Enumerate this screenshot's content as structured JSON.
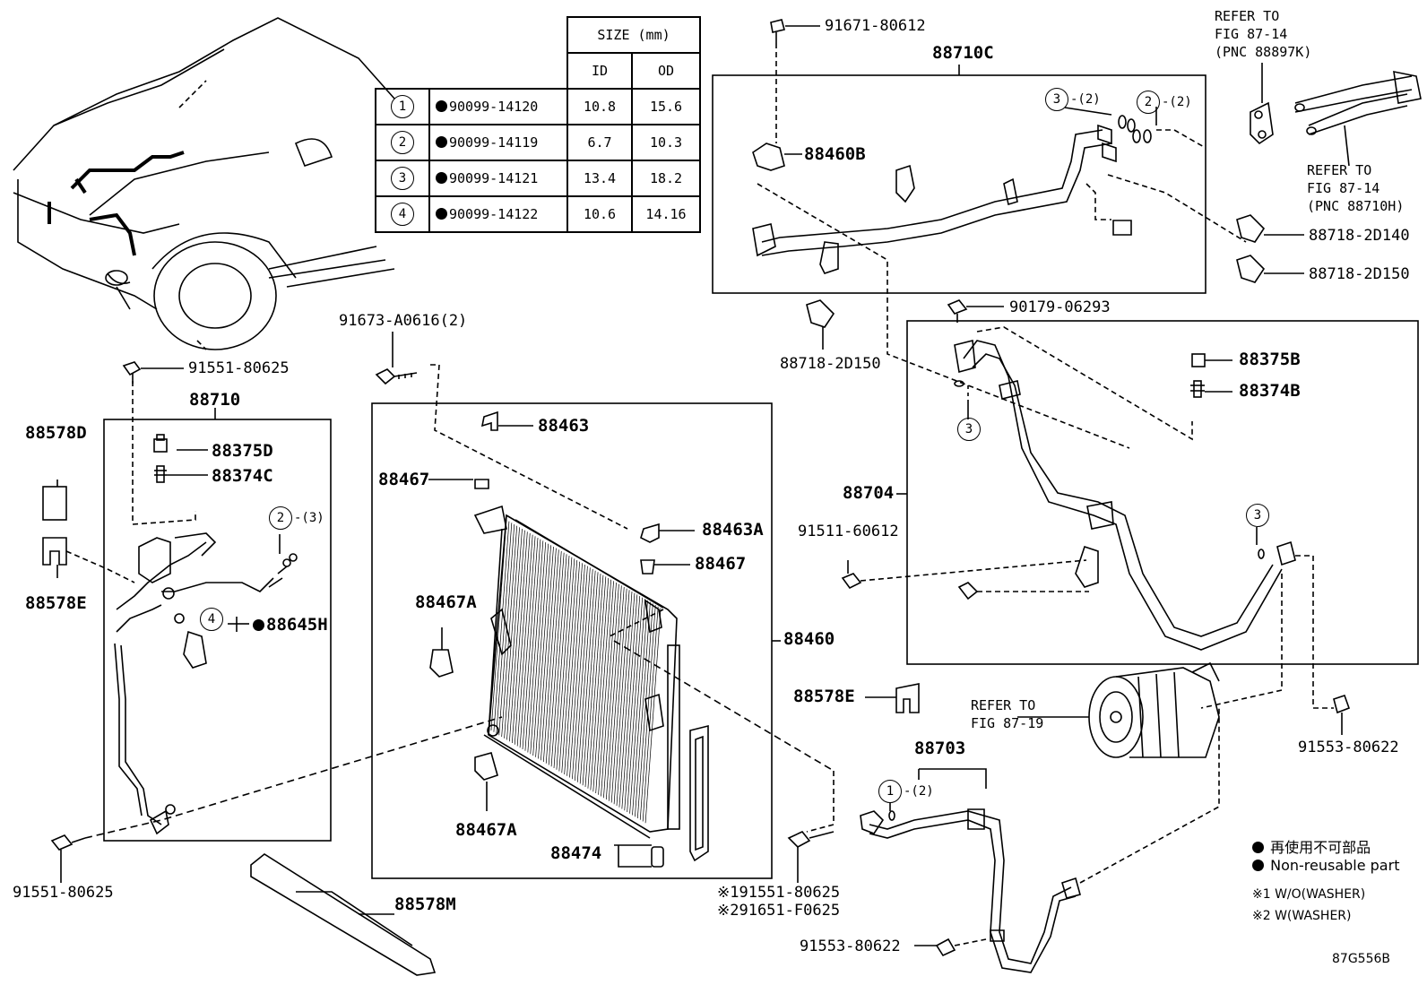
{
  "size_table": {
    "header": "SIZE (mm)",
    "col_id": "ID",
    "col_od": "OD",
    "rows": [
      {
        "num": "1",
        "part": "90099-14120",
        "id": "10.8",
        "od": "15.6"
      },
      {
        "num": "2",
        "part": "90099-14119",
        "id": "6.7",
        "od": "10.3"
      },
      {
        "num": "3",
        "part": "90099-14121",
        "id": "13.4",
        "od": "18.2"
      },
      {
        "num": "4",
        "part": "90099-14122",
        "id": "10.6",
        "od": "14.16"
      }
    ]
  },
  "callouts": {
    "p91671_80612": "91671-80612",
    "p88710C": "88710C",
    "p88460B": "88460B",
    "p3_2": "-(2)",
    "p2_2": "-(2)",
    "n3a": "3",
    "n2a": "2",
    "p88718_2D140": "88718-2D140",
    "p88718_2D150_r": "88718-2D150",
    "p88718_2D150_c": "88718-2D150",
    "p90179_06293": "90179-06293",
    "p88375B": "88375B",
    "p88374B": "88374B",
    "n3b": "3",
    "n3c": "3",
    "p88704": "88704",
    "p91511_60612": "91511-60612",
    "p91553_80622_r": "91553-80622",
    "p91673_A0616": "91673-A0616(2)",
    "p88463": "88463",
    "p88467a": "88467",
    "p88463A": "88463A",
    "p88467b": "88467",
    "p88467A_1": "88467A",
    "p88460": "88460",
    "p88467A_2": "88467A",
    "p88474": "88474",
    "p88578E_r": "88578E",
    "p88703": "88703",
    "n1": "1",
    "p1_2": "-(2)",
    "p91551_80625_c1": "※191551-80625",
    "p91651_F0625": "※291651-F0625",
    "p91553_80622_b": "91553-80622",
    "p91551_80625_tl": "91551-80625",
    "p88710": "88710",
    "p88578D": "88578D",
    "p88375D": "88375D",
    "p88374C": "88374C",
    "n2b": "2",
    "p2_3": "-(3)",
    "n4": "4",
    "p88645H": "88645H",
    "p88578E_l": "88578E",
    "p91551_80625_bl": "91551-80625",
    "p88578M": "88578M"
  },
  "refs": {
    "ref_top": "REFER TO\nFIG 87-14\n(PNC 88897K)",
    "ref_mid": "REFER TO\nFIG 87-14\n(PNC 88710H)",
    "ref_comp": "REFER TO\nFIG 87-19"
  },
  "legend": {
    "jp": "再使用不可部品",
    "en": "Non-reusable part",
    "note1": "※1 W/O(WASHER)",
    "note2": "※2 W(WASHER)"
  },
  "figure_id": "87G556B"
}
